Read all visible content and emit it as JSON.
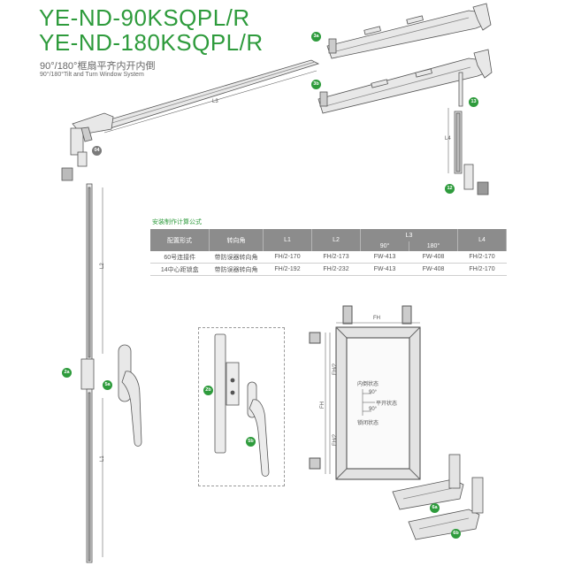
{
  "header": {
    "model_1": "YE-ND-90KSQPL/R",
    "model_2": "YE-ND-180KSQPL/R",
    "subtitle_cn": "90°/180°框扇平齐内开内倒",
    "subtitle_en": "90°/180°Tilt and Turn Window System"
  },
  "badges": {
    "b3a": "3a",
    "b3b": "3b",
    "b13": "13",
    "b12": "12",
    "b04": "04",
    "b2a": "2a",
    "b5a": "5a",
    "b2b": "2b",
    "b5b": "5b",
    "b6a": "6a",
    "b6b": "6b"
  },
  "dimension_labels": {
    "l1": "L1",
    "l2": "L2",
    "l3": "L3",
    "l4": "L4"
  },
  "formula": {
    "title": "安装制作计算公式",
    "headers": [
      "配置形式",
      "转向角",
      "L1",
      "L2",
      "L3",
      "L4"
    ],
    "l3_subheaders": [
      "90°",
      "180°"
    ],
    "rows": [
      [
        "60号连接件",
        "带防误器转向角",
        "FH/2-170",
        "FH/2-173",
        "FW-413",
        "FW-408",
        "FH/2-170"
      ],
      [
        "14中心距锁盒",
        "带防误器转向角",
        "FH/2-192",
        "FH/2-232",
        "FW-413",
        "FW-408",
        "FH/2-170"
      ]
    ]
  },
  "window_diagram": {
    "fw": "FH",
    "fh": "FH",
    "fh_half_top": "FH/2",
    "fh_half_bottom": "FH/2",
    "state_inner": "内倒状态",
    "state_90": "90°",
    "state_flat": "平开状态",
    "state_90b": "90°",
    "state_locked": "锁闭状态"
  }
}
